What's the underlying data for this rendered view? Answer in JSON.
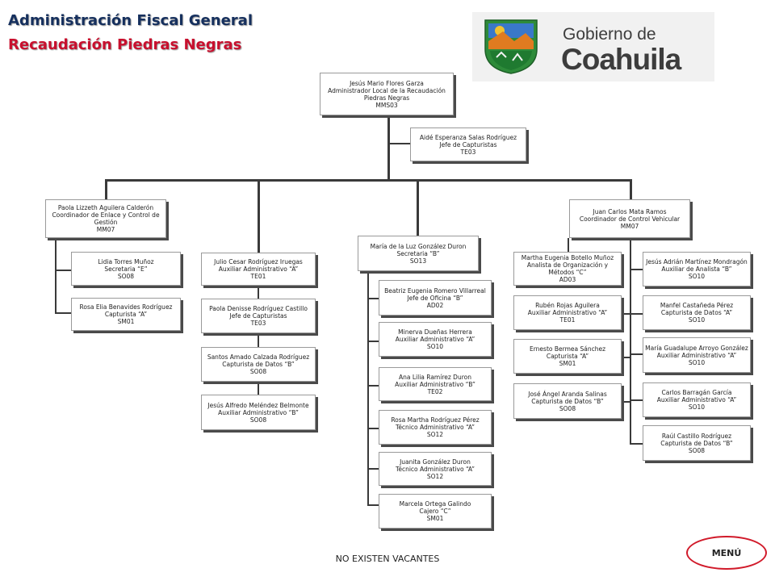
{
  "header": {
    "title": "Administración Fiscal General",
    "subtitle": "Recaudación Piedras Negras"
  },
  "logo": {
    "line1": "Gobierno de",
    "line2": "Coahuila",
    "colors": {
      "green": "#2e8b3a",
      "orange": "#e07b20",
      "blue": "#3a78c9",
      "text": "#3d3d3d"
    }
  },
  "org": {
    "root": {
      "name": "Jesús Mario Flores Garza",
      "role": "Administrador Local de la Recaudación Piedras Negras",
      "code": "MMS03"
    },
    "assistant": {
      "name": "Aidé Esperanza Salas Rodríguez",
      "role": "Jefe de Capturistas",
      "code": "TE03"
    },
    "col1": {
      "head": {
        "name": "Paola Lizzeth Aguilera Calderón",
        "role": "Coordinador de Enlace y Control de Gestión",
        "code": "MM07"
      },
      "members": [
        {
          "name": "Lidia Torres Muñoz",
          "role": "Secretaria “E”",
          "code": "SO08"
        },
        {
          "name": "Rosa Elia Benavides Rodríguez",
          "role": "Capturista “A”",
          "code": "SM01"
        }
      ]
    },
    "col2": {
      "members": [
        {
          "name": "Julio Cesar Rodríguez Iruegas",
          "role": "Auxiliar Administrativo “A”",
          "code": "TE01"
        },
        {
          "name": "Paola Denisse Rodríguez Castillo",
          "role": "Jefe de Capturistas",
          "code": "TE03"
        },
        {
          "name": "Santos Amado Calzada Rodríguez",
          "role": "Capturista de Datos “B”",
          "code": "SO08"
        },
        {
          "name": "Jesús Alfredo Meléndez Belmonte",
          "role": "Auxiliar Administrativo “B”",
          "code": "SO08"
        }
      ]
    },
    "col3": {
      "head": {
        "name": "María de la Luz González Duron",
        "role": "Secretaria “B”",
        "code": "SO13"
      },
      "members": [
        {
          "name": "Beatriz Eugenia Romero Villarreal",
          "role": "Jefe de Oficina “B”",
          "code": "AD02"
        },
        {
          "name": "Minerva Dueñas Herrera",
          "role": "Auxiliar Administrativo “A”",
          "code": "SO10"
        },
        {
          "name": "Ana Lilia Ramírez Duron",
          "role": "Auxiliar Administrativo “B”",
          "code": "TE02"
        },
        {
          "name": "Rosa Martha Rodríguez Pérez",
          "role": "Técnico Administrativo “A”",
          "code": "SO12"
        },
        {
          "name": "Juanita González Duron",
          "role": "Técnico Administrativo “A”",
          "code": "SO12"
        },
        {
          "name": "Marcela Ortega Galindo",
          "role": "Cajero “C”",
          "code": "SM01"
        }
      ]
    },
    "col4": {
      "head": {
        "name": "Juan Carlos Mata Ramos",
        "role": "Coordinador de Control Vehicular",
        "code": "MM07"
      },
      "left": [
        {
          "name": "Martha Eugenia Botello Muñoz",
          "role": "Analista de Organización y Métodos “C”",
          "code": "AD03"
        },
        {
          "name": "Rubén Rojas Aguilera",
          "role": "Auxiliar Administrativo “A”",
          "code": "TE01"
        },
        {
          "name": "Ernesto Bermea Sánchez",
          "role": "Capturista “A”",
          "code": "SM01"
        },
        {
          "name": "José Ángel Aranda Salinas",
          "role": "Capturista de Datos “B”",
          "code": "SO08"
        }
      ],
      "right": [
        {
          "name": "Jesús Adrián Martínez Mondragón",
          "role": "Auxiliar de Analista “B”",
          "code": "SO10"
        },
        {
          "name": "Manfel Castañeda Pérez",
          "role": "Capturista de Datos “A”",
          "code": "SO10"
        },
        {
          "name": "María Guadalupe Arroyo González",
          "role": "Auxiliar Administrativo “A”",
          "code": "SO10"
        },
        {
          "name": "Carlos Barragán García",
          "role": "Auxiliar Administrativo “A”",
          "code": "SO10"
        },
        {
          "name": "Raúl Castillo Rodríguez",
          "role": "Capturista de Datos “B”",
          "code": "SO08"
        }
      ]
    }
  },
  "footer": {
    "note": "NO EXISTEN VACANTES",
    "menu_label": "MENÚ"
  }
}
